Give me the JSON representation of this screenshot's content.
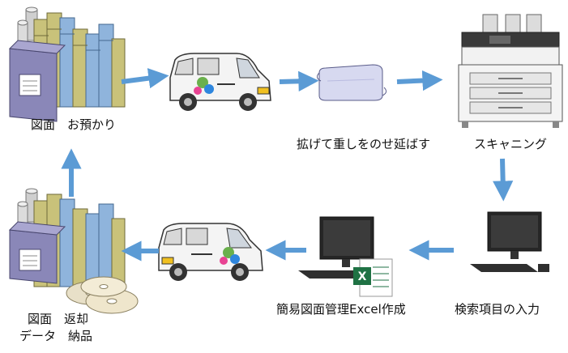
{
  "steps": {
    "drawing_receipt": "図面　お預かり",
    "unfold": "拡げて重しをのせ延ばす",
    "scanning": "スキャニング",
    "index_input": "検索項目の入力",
    "excel_management": "簡易図面管理Excel作成",
    "return_line1": "図面　返却",
    "return_line2": "データ　納品"
  },
  "icons": [
    "rolled-drawings-box-icon",
    "delivery-van-icon",
    "paper-sheet-icon",
    "wide-format-scanner-icon",
    "computer-terminal-icon",
    "computer-with-excel-icon",
    "delivery-van-icon",
    "rolled-drawings-box-with-discs-icon"
  ],
  "colors": {
    "arrow": "#5b9bd5",
    "binder_olive": "#c9c27a",
    "binder_blue": "#8fb4dc",
    "box_purple": "#8a87b8",
    "excel_green": "#1f7244"
  }
}
